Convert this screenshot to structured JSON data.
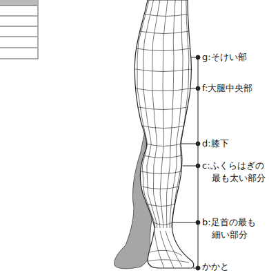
{
  "diagram": {
    "labels": [
      "g:そけい部",
      "f:大腿中央部",
      "d:膝下",
      "c:ふくらはぎの 最も太い部分",
      "b:足首の最も 細い部分",
      "かかと"
    ]
  }
}
